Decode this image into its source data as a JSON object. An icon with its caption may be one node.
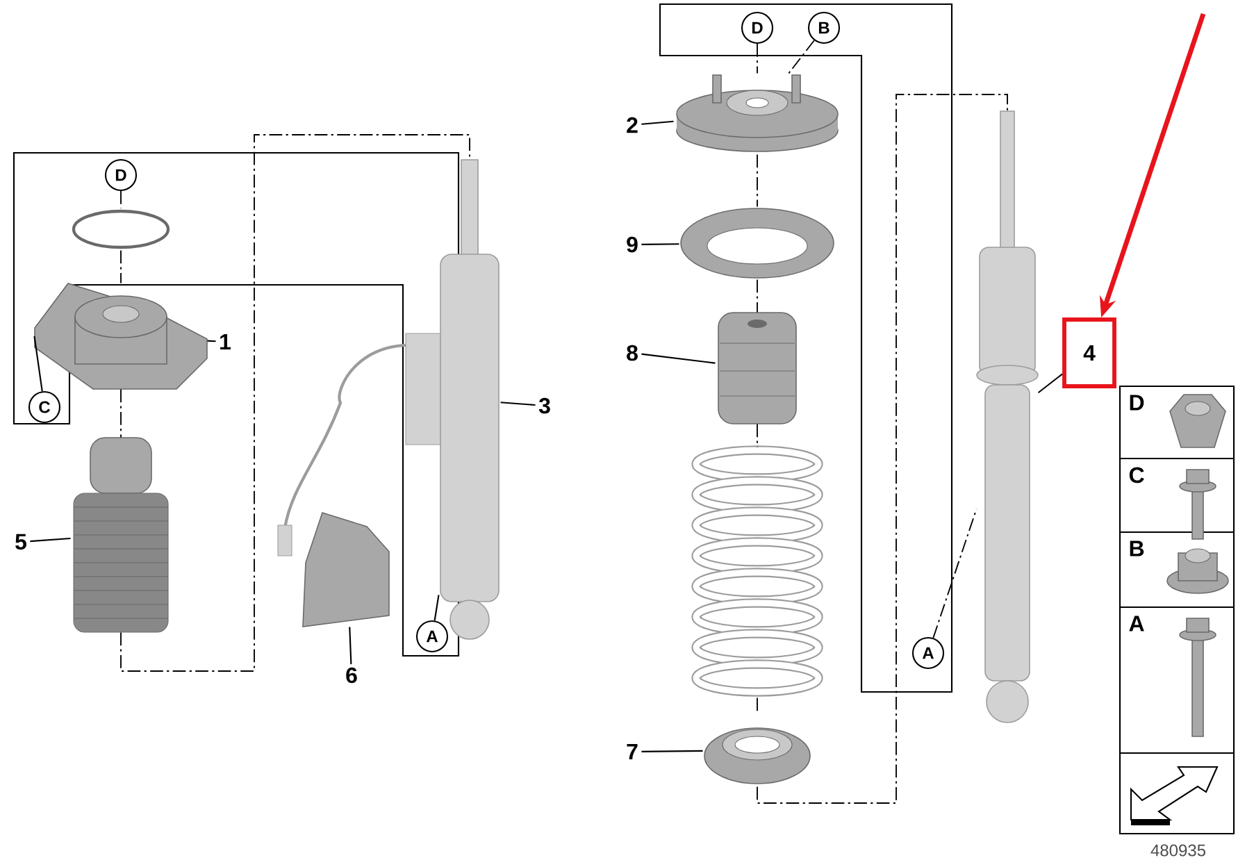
{
  "diagram": {
    "nodes": [
      {
        "text": [
          "D"
        ]
      },
      {
        "text": [
          "B"
        ]
      },
      {
        "text": [],
        "shape": "picture"
      },
      {
        "text": [
          "2"
        ]
      },
      {
        "text": [
          "9"
        ]
      },
      {
        "text": [],
        "shape": "picture"
      },
      {
        "text": [
          "D"
        ]
      },
      {
        "text": [],
        "shape": "circle"
      },
      {
        "text": [],
        "shape": "picture"
      },
      {
        "text": [
          "1"
        ]
      },
      {
        "text": [
          "C"
        ]
      },
      {
        "text": [
          "3"
        ]
      },
      {
        "text": [],
        "shape": "cylinder"
      },
      {
        "text": [
          "8"
        ]
      },
      {
        "text": [],
        "shape": "picture"
      },
      {
        "text": [
          "4"
        ]
      },
      {
        "text": [],
        "shape": "cylinder"
      },
      {
        "text": [
          "5"
        ]
      },
      {
        "text": [],
        "shape": "picture"
      },
      {
        "text": [],
        "shape": "picture"
      },
      {
        "text": [
          "6"
        ]
      },
      {
        "text": [
          "A"
        ]
      },
      {
        "text": [
          "A"
        ]
      },
      {
        "text": [
          "7"
        ]
      },
      {
        "text": [],
        "shape": "picture"
      },
      {
        "text": [],
        "shape": "picture"
      }
    ],
    "edges": [
      {
        "from": 0,
        "to": 2,
        "arrow": "none",
        "style": "dashed"
      },
      {
        "from": 1,
        "to": 2,
        "arrow": "none",
        "style": "dashed"
      },
      {
        "from": 3,
        "to": 2,
        "arrow": "none"
      },
      {
        "from": 4,
        "to": 5,
        "arrow": "none"
      },
      {
        "from": 6,
        "to": 7,
        "arrow": "none",
        "style": "dashed"
      },
      {
        "from": 9,
        "to": 8,
        "arrow": "none"
      },
      {
        "from": 10,
        "to": 8,
        "arrow": "none"
      },
      {
        "from": 11,
        "to": 12,
        "arrow": "none"
      },
      {
        "from": 13,
        "to": 14,
        "arrow": "none"
      },
      {
        "from": 15,
        "to": 16,
        "arrow": "none"
      },
      {
        "from": null,
        "to": 15,
        "arrow": "to",
        "style": "thick",
        "color": "#e8141c"
      },
      {
        "from": 17,
        "to": 18,
        "arrow": "none"
      },
      {
        "from": 20,
        "to": 19,
        "arrow": "none"
      },
      {
        "from": 21,
        "to": 12,
        "arrow": "none"
      },
      {
        "from": 22,
        "to": 16,
        "arrow": "none",
        "style": "dashed"
      },
      {
        "from": 23,
        "to": 24,
        "arrow": "none"
      },
      {
        "from": 2,
        "to": 5,
        "arrow": "none",
        "style": "dashed"
      },
      {
        "from": 5,
        "to": 14,
        "arrow": "none",
        "style": "dashed"
      },
      {
        "from": 14,
        "to": 25,
        "arrow": "none",
        "style": "dashed"
      },
      {
        "from": 25,
        "to": 24,
        "arrow": "none",
        "style": "dashed"
      },
      {
        "from": 7,
        "to": 8,
        "arrow": "none",
        "style": "dashed"
      },
      {
        "from": 8,
        "to": 18,
        "arrow": "none",
        "style": "dashed"
      },
      {
        "from": 18,
        "to": 12,
        "arrow": "none",
        "style": "dashed"
      },
      {
        "from": 24,
        "to": 16,
        "arrow": "none",
        "style": "dashed"
      }
    ],
    "labels": [
      "480935"
    ],
    "legend": [
      {
        "text": "D"
      },
      {
        "text": "C"
      },
      {
        "text": "B"
      },
      {
        "text": "A"
      }
    ]
  }
}
